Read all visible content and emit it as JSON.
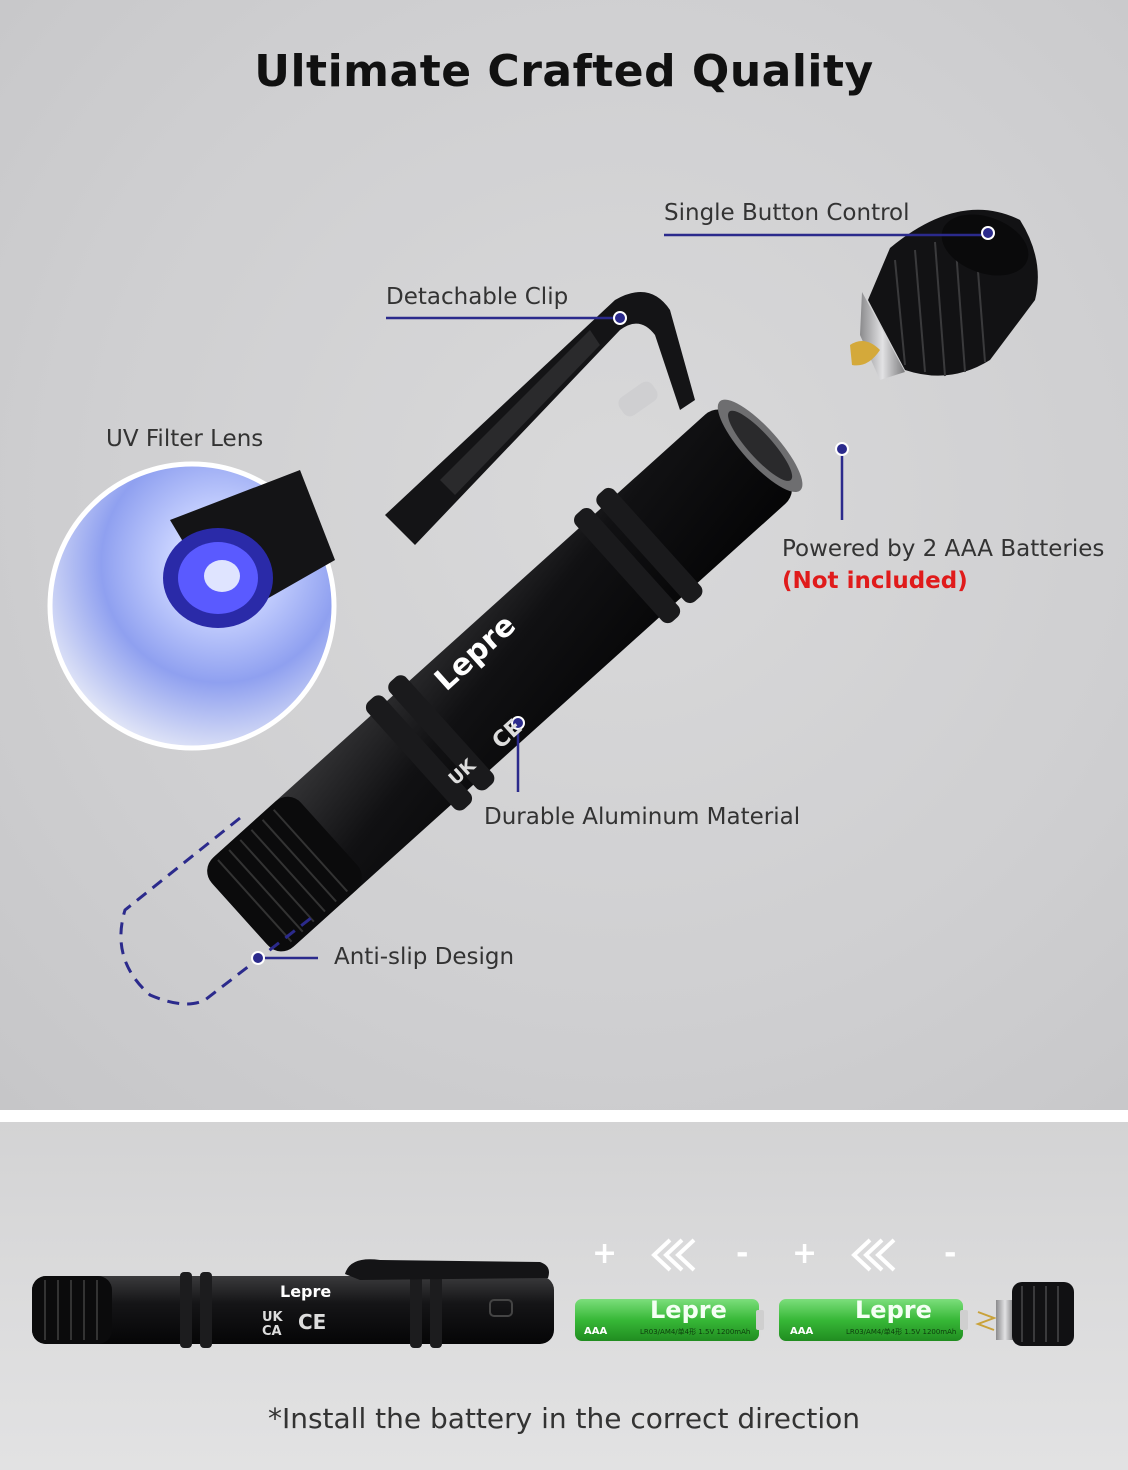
{
  "title": "Ultimate Crafted Quality",
  "labels": {
    "single_button": "Single Button Control",
    "detachable_clip": "Detachable Clip",
    "uv_filter": "UV Filter Lens",
    "powered_by": "Powered by 2 AAA Batteries",
    "not_included": "(Not included)",
    "durable": "Durable Aluminum Material",
    "anti_slip": "Anti-slip Design"
  },
  "brand": "Lepre",
  "cert_marks": {
    "uk": "UK",
    "ca": "CA",
    "ce": "CE"
  },
  "battery": {
    "type": "AAA",
    "spec": "LR03/AM4/单4形  1.5V  1200mAh"
  },
  "polarity": {
    "plus": "+",
    "minus": "-"
  },
  "caption": "*Install the battery in the correct direction",
  "colors": {
    "leader": "#2b2a8c",
    "accent_red": "#e01b1b",
    "uv_glow": "#3b3bff",
    "battery_green": "#3fbf3f"
  }
}
